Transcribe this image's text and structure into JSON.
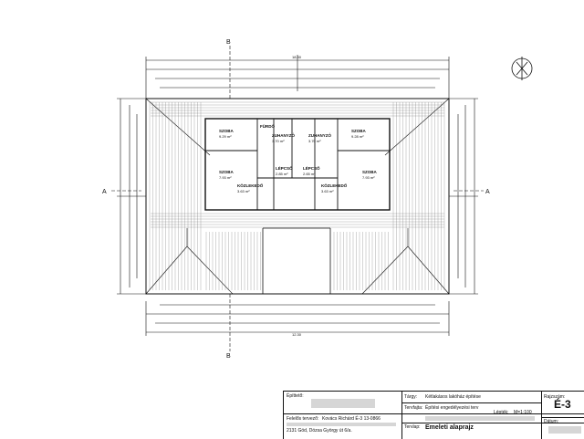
{
  "plan": {
    "overall_dimension_top": "18.30",
    "overall_dimension_bottom": "12.30",
    "section_b_top": "B",
    "section_b_bottom": "B",
    "section_a_left": "A",
    "section_a_right": "A"
  },
  "rooms": [
    {
      "name": "SZOBA",
      "area": "9.29 m²"
    },
    {
      "name": "FÜRDŐ",
      "area": ""
    },
    {
      "name": "ZUHANYZÓ",
      "area": "3.70 m²"
    },
    {
      "name": "ZUHANYZÓ",
      "area": "3.70 m²"
    },
    {
      "name": "SZOBA",
      "area": "9.28 m²"
    },
    {
      "name": "SZOBA",
      "area": "7.93 m²"
    },
    {
      "name": "LÉPCSŐ",
      "area": "2.85 m²"
    },
    {
      "name": "LÉPCSŐ",
      "area": "2.65 m²"
    },
    {
      "name": "SZOBA",
      "area": "7.93 m²"
    },
    {
      "name": "KÖZLEKEDŐ",
      "area": "3.63 m²"
    },
    {
      "name": "KÖZLEKEDŐ",
      "area": "3.63 m²"
    }
  ],
  "title_block": {
    "client_label": "Építtető:",
    "client_value": "",
    "subject_label": "Tárgy:",
    "subject_value": "Kétlakásos lakóház építése",
    "plan_type_label": "Tervfajta:",
    "plan_type_value": "Építési engedélyezési terv",
    "scale_label": "Lépték:",
    "scale_value": "M=1:100",
    "designer_label": "Felelős tervező:",
    "designer_value": "Kovács Richárd  É-3 13-0866",
    "address_value": "2131 Göd,  Dózsa György út 6/a.",
    "content_label": "Tervlap:",
    "content_value": "Emeleti alaprajz",
    "sheet_label": "Rajzszám:",
    "sheet_value": "É-3",
    "date_label": "Dátum:",
    "date_value": ""
  }
}
